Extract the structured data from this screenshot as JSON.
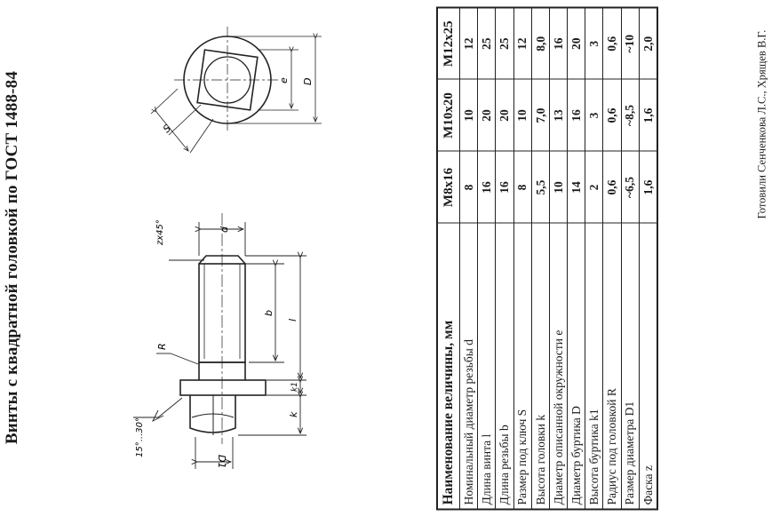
{
  "document": {
    "title": "Винты с квадратной головкой по ГОСТ 1488-84",
    "credit": "Готовили Сенченкова Л.С., Хрящев В.Г."
  },
  "drawing_labels": {
    "angle": "15°...30°",
    "radius": "R",
    "d1": "D1",
    "d": "d",
    "b": "b",
    "l": "l",
    "k": "k",
    "k1": "k1",
    "chamfer": "zx45°",
    "e": "e",
    "D": "D",
    "S": "S"
  },
  "table": {
    "header": {
      "name": "Наименование величины, мм",
      "sizes": [
        "M8x16",
        "M10x20",
        "M12x25"
      ]
    },
    "rows": [
      {
        "name": "Номинальный диаметр резьбы  d",
        "values": [
          "8",
          "10",
          "12"
        ]
      },
      {
        "name": "Длина винта  l",
        "values": [
          "16",
          "20",
          "25"
        ]
      },
      {
        "name": "Длина резьбы  b",
        "values": [
          "16",
          "20",
          "25"
        ]
      },
      {
        "name": "Размер под ключ  S",
        "values": [
          "8",
          "10",
          "12"
        ]
      },
      {
        "name": "Высота головки  k",
        "values": [
          "5,5",
          "7,0",
          "8,0"
        ]
      },
      {
        "name": "Диаметр описанной окружности  e",
        "values": [
          "10",
          "13",
          "16"
        ]
      },
      {
        "name": "Диаметр буртика  D",
        "values": [
          "14",
          "16",
          "20"
        ]
      },
      {
        "name": "Высота буртика  k1",
        "values": [
          "2",
          "3",
          "3"
        ]
      },
      {
        "name": "Радиус под головкой  R",
        "values": [
          "0,6",
          "0,6",
          "0,6"
        ]
      },
      {
        "name": "Размер диаметра  D1",
        "values": [
          "~6,5",
          "~8,5",
          "~10"
        ]
      },
      {
        "name": "Фаска z",
        "values": [
          "1,6",
          "1,6",
          "2,0"
        ]
      }
    ]
  }
}
